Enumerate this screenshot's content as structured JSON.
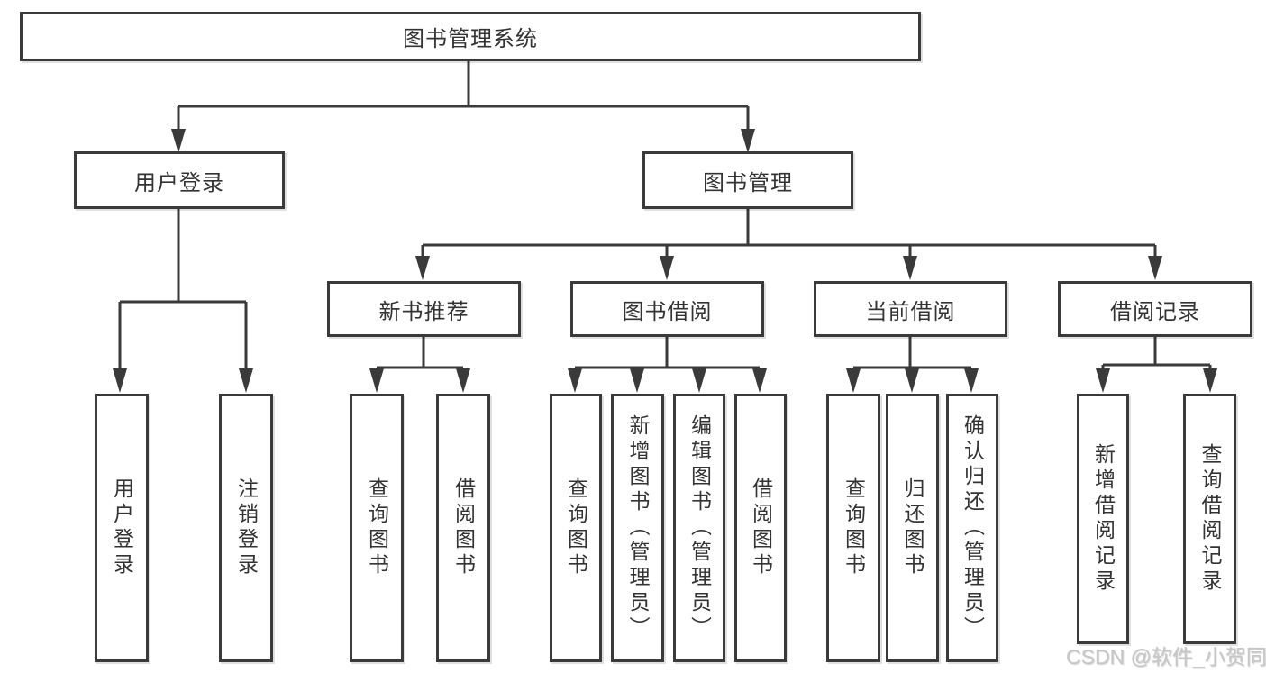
{
  "tree": {
    "label": "图书管理系统",
    "children": [
      {
        "label": "用户登录",
        "children": [
          {
            "label": "用户登录"
          },
          {
            "label": "注销登录"
          }
        ]
      },
      {
        "label": "图书管理",
        "children": [
          {
            "label": "新书推荐",
            "children": [
              {
                "label": "查询图书"
              },
              {
                "label": "借阅图书"
              }
            ]
          },
          {
            "label": "图书借阅",
            "children": [
              {
                "label": "查询图书"
              },
              {
                "label": "新增图书（管理员）"
              },
              {
                "label": "编辑图书（管理员）"
              },
              {
                "label": "借阅图书"
              }
            ]
          },
          {
            "label": "当前借阅",
            "children": [
              {
                "label": "查询图书"
              },
              {
                "label": "归还图书"
              },
              {
                "label": "确认归还（管理员）"
              }
            ]
          },
          {
            "label": "借阅记录",
            "children": [
              {
                "label": "新增借阅记录"
              },
              {
                "label": "查询借阅记录"
              }
            ]
          }
        ]
      }
    ]
  },
  "watermark": {
    "text": "CSDN @软件_小贺同学"
  },
  "colors": {
    "line": "#3a3a3a",
    "box_border": "#3a3a3a",
    "text": "#333333",
    "watermark": "#c5c5c5",
    "background": "#ffffff"
  }
}
